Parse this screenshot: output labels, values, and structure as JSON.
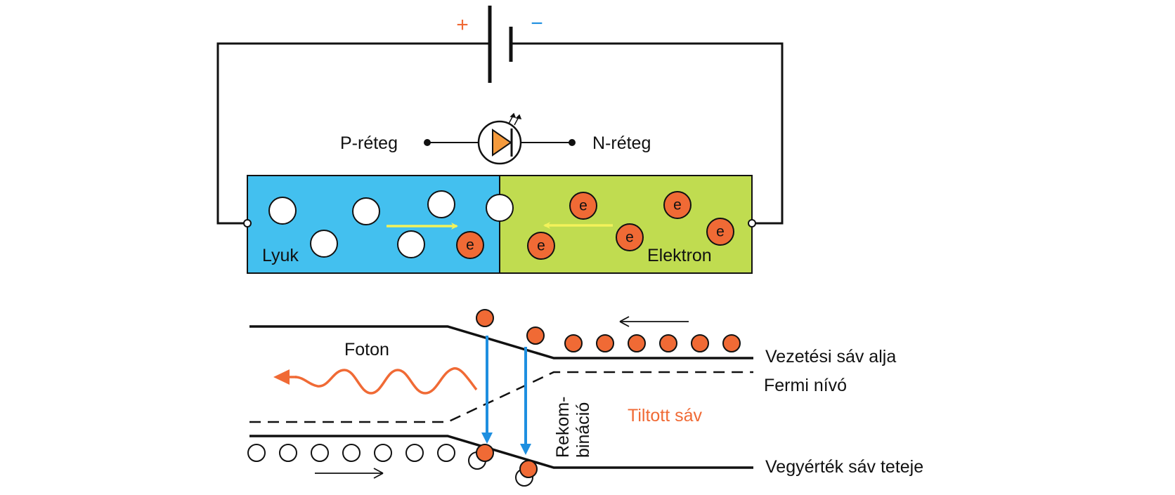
{
  "battery": {
    "plus": "+",
    "minus": "−"
  },
  "diode": {
    "p_label": "P-réteg",
    "n_label": "N-réteg"
  },
  "junction": {
    "hole_label": "Lyuk",
    "electron_label": "Elektron",
    "electron_symbol": "e"
  },
  "band_diagram": {
    "photon_label": "Foton",
    "conduction_label": "Vezetési sáv alja",
    "fermi_label": "Fermi nívó",
    "gap_label": "Tiltott sáv",
    "recomb_line1": "Rekom-",
    "recomb_line2": "bináció",
    "valence_label": "Vegyérték sáv teteje"
  },
  "colors": {
    "p_region": "#43c0ef",
    "n_region": "#c0dc50",
    "electron": "#f06a35",
    "current_arrow": "#f3f25a",
    "recomb_arrow": "#1e8fe0",
    "photon": "#f06a35",
    "plus": "#f06a35",
    "minus": "#1e8fe0",
    "diode": "#f59a3c"
  }
}
